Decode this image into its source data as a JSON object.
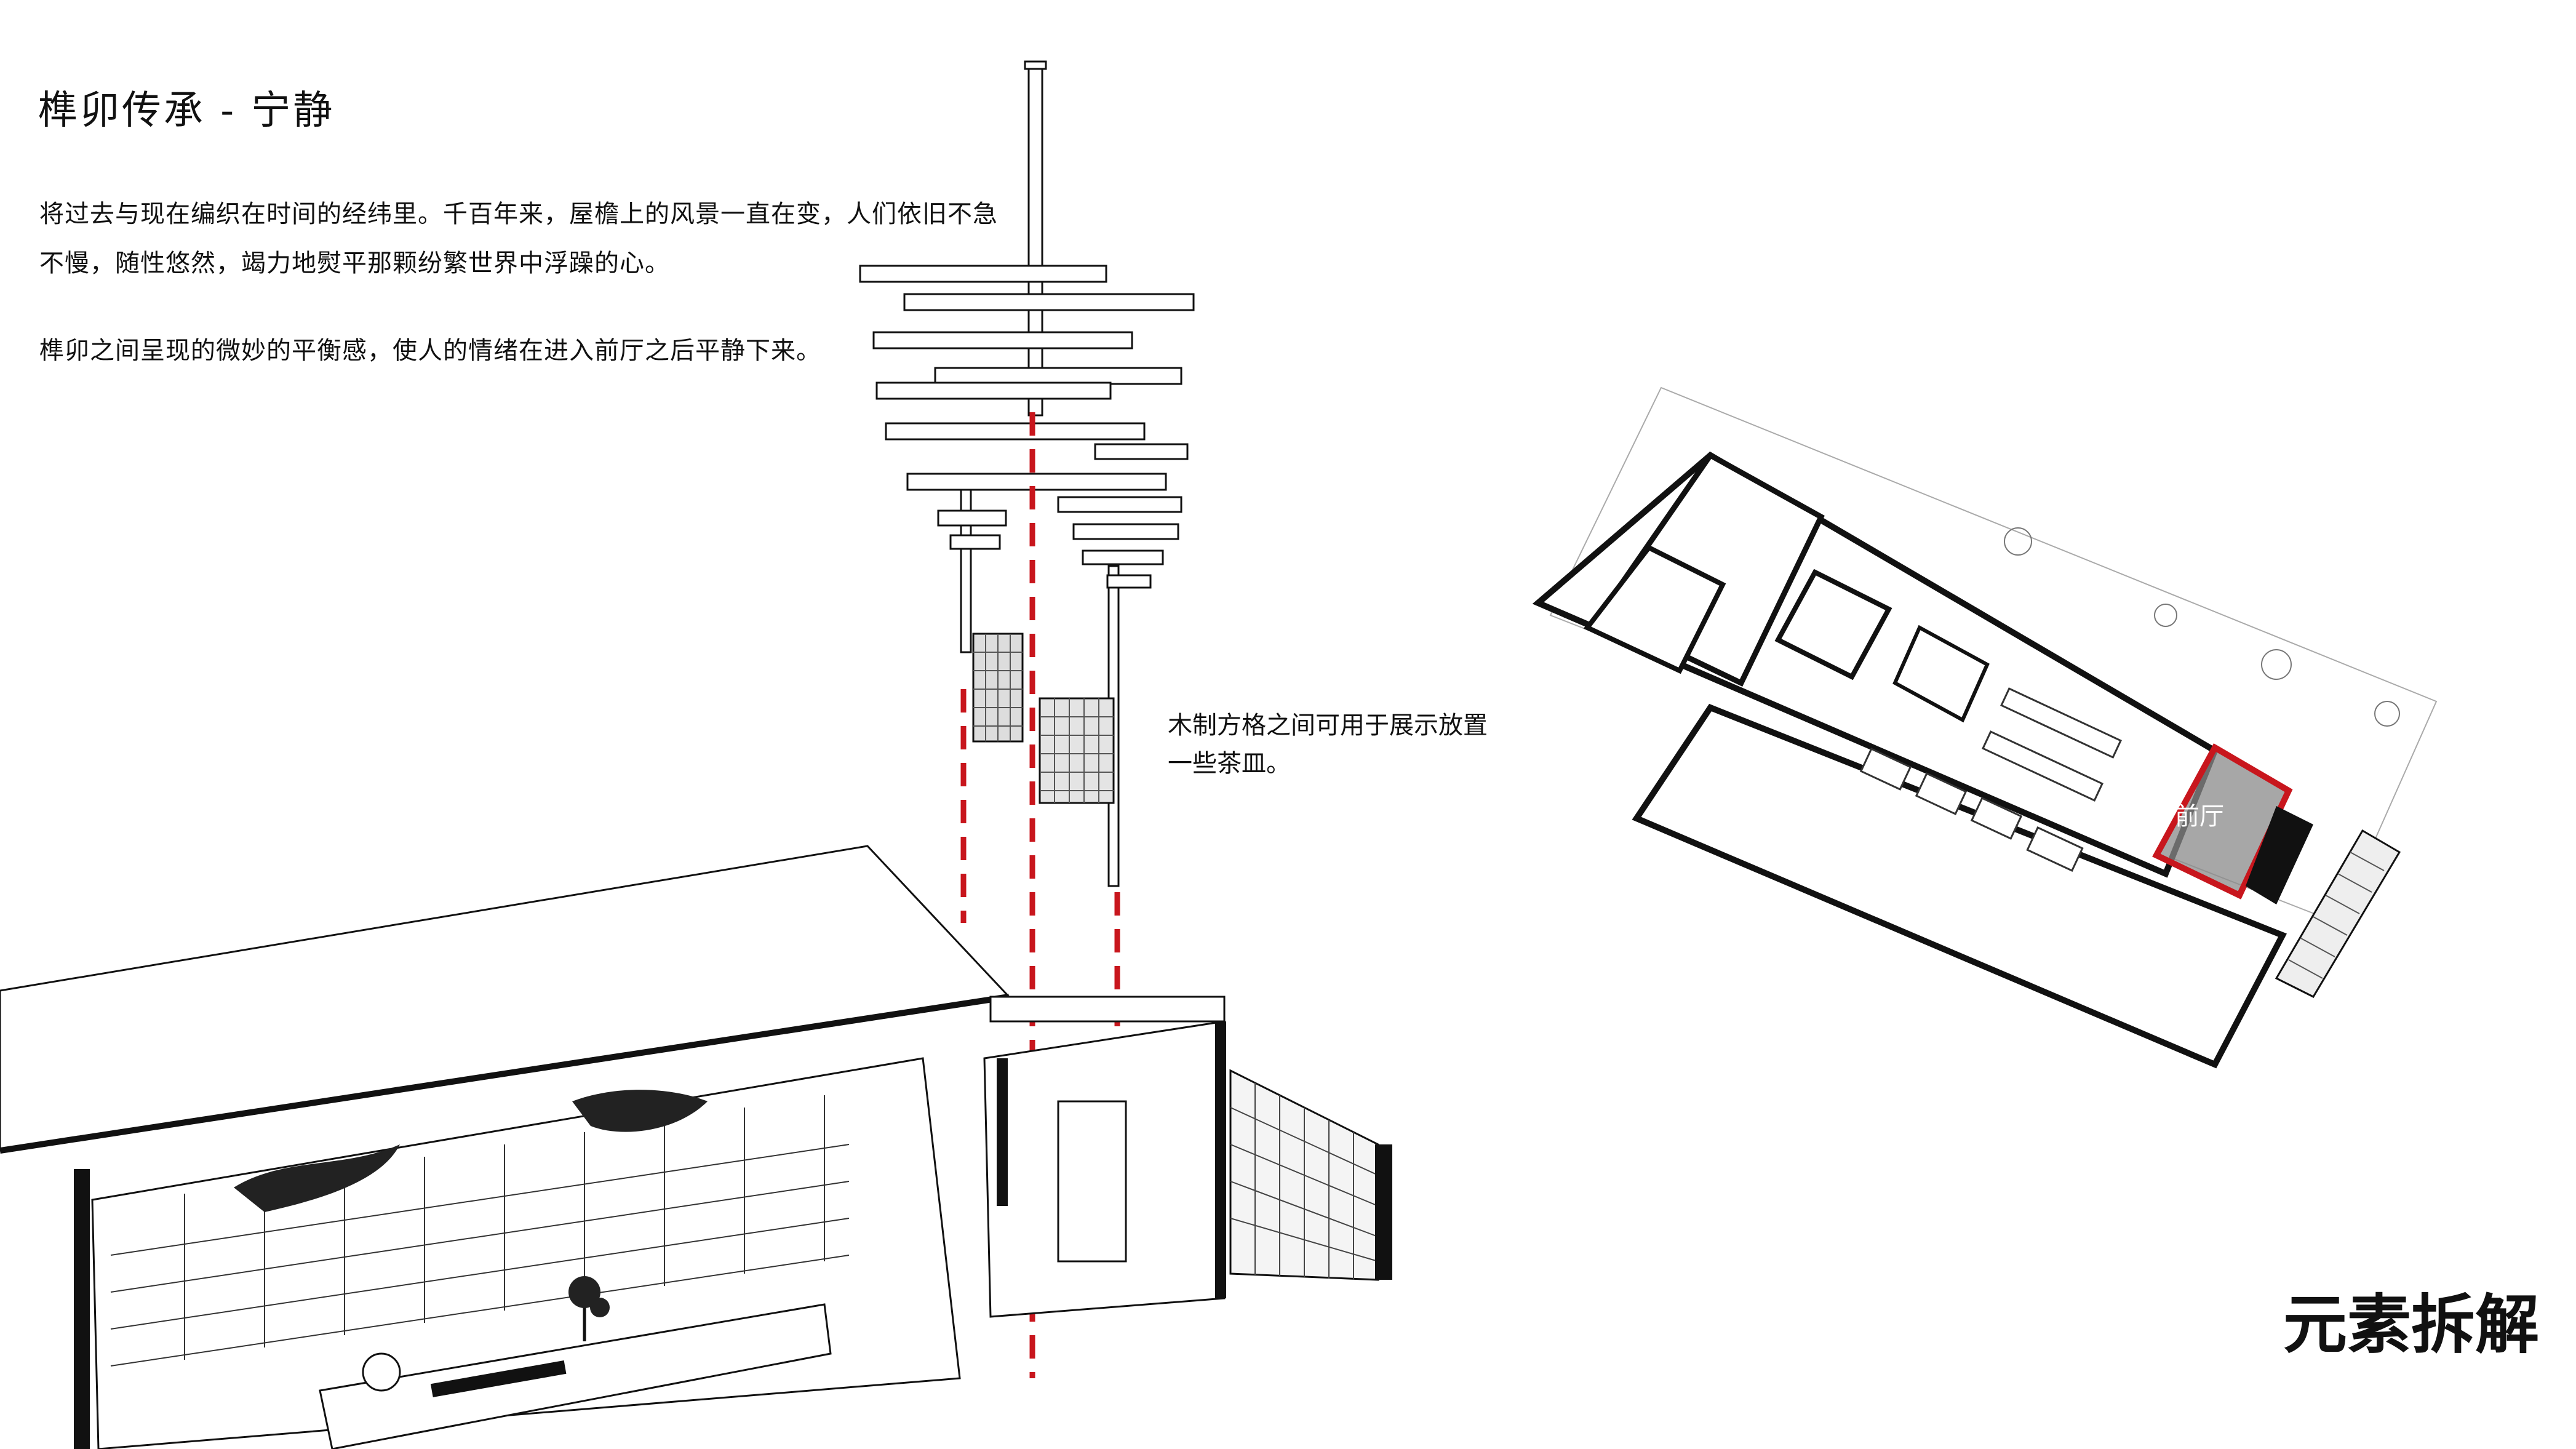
{
  "title": "榫卯传承 - 宁静",
  "paragraphs": [
    "将过去与现在编织在时间的经纬里。千百年来，屋檐上的风景一直在变，人们依旧不急不慢，随性悠然，竭力地熨平那颗纷繁世界中浮躁的心。",
    "榫卯之间呈现的微妙的平衡感，使人的情绪在进入前厅之后平静下来。"
  ],
  "annotation": "木制方格之间可用于展示放置一些茶皿。",
  "plan_label": "前厅",
  "section_label": "元素拆解",
  "colors": {
    "highlight": "#c8161d",
    "ink": "#111111"
  }
}
